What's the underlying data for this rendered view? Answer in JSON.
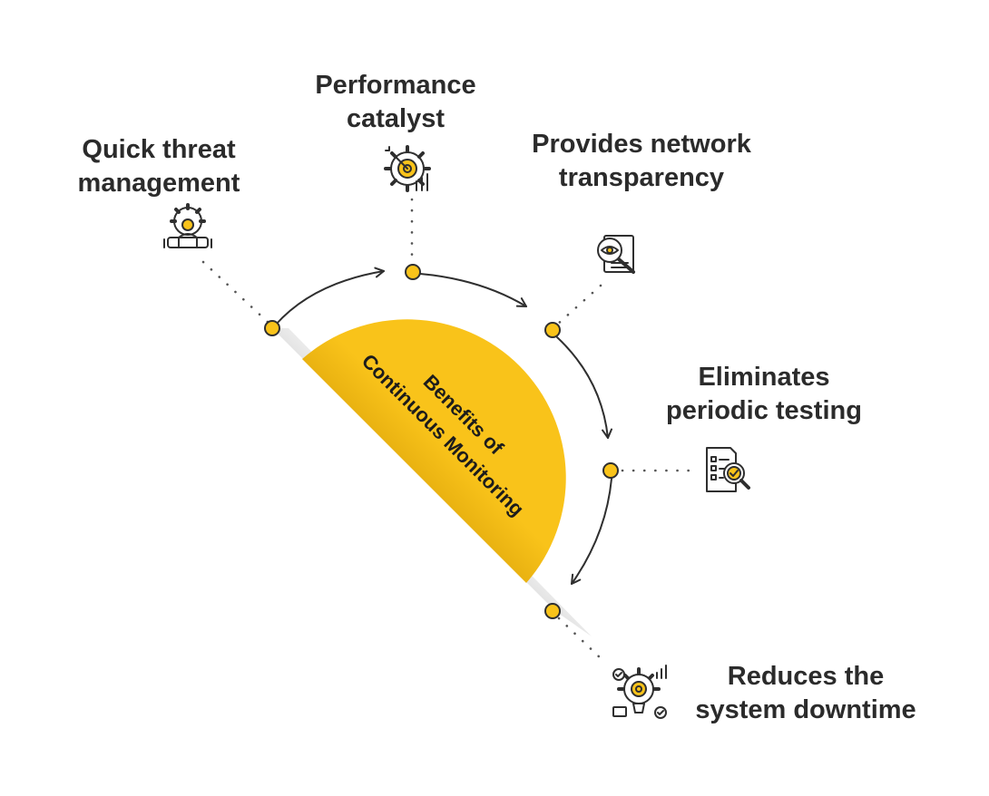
{
  "center": {
    "line1": "Benefits of",
    "line2": "Continuous Monitoring"
  },
  "benefits": [
    {
      "line1": "Quick threat",
      "line2": "management",
      "icon": "threat-management-icon"
    },
    {
      "line1": "Performance",
      "line2": "catalyst",
      "icon": "performance-target-gear-icon"
    },
    {
      "line1": "Provides network",
      "line2": "transparency",
      "icon": "document-magnifier-eye-icon"
    },
    {
      "line1": "Eliminates",
      "line2": "periodic testing",
      "icon": "checklist-magnifier-icon"
    },
    {
      "line1": "Reduces the",
      "line2": "system downtime",
      "icon": "gear-bulb-chart-icon"
    }
  ],
  "colors": {
    "accent": "#F9C31A",
    "text": "#2b2b2b",
    "stroke": "#2f2f2f",
    "dots": "#555555"
  }
}
